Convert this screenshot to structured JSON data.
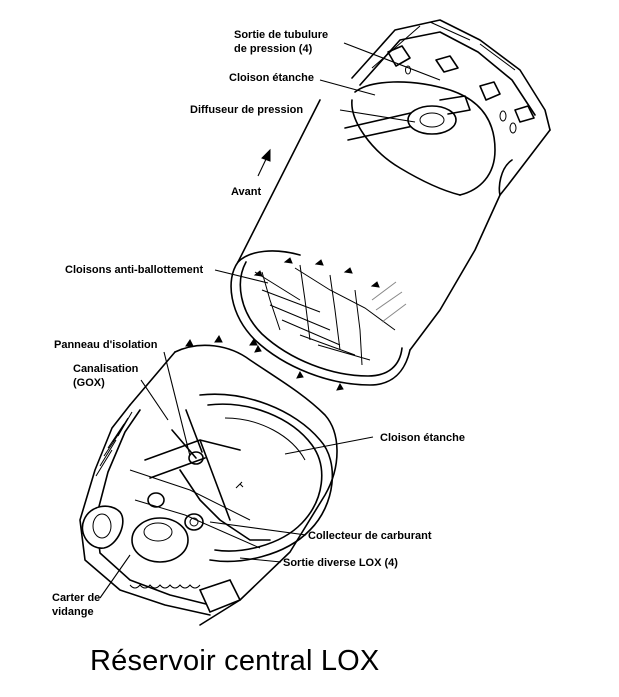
{
  "title": "Réservoir central LOX",
  "labels": {
    "sortie_tubulure": "Sortie de tubulure\nde pression (4)",
    "cloison_etanche_top": "Cloison étanche",
    "diffuseur": "Diffuseur de pression",
    "avant": "Avant",
    "cloisons_anti": "Cloisons anti-ballottement",
    "panneau_isolation": "Panneau d'isolation",
    "canalisation": "Canalisation\n(GOX)",
    "cloison_etanche_bottom": "Cloison étanche",
    "collecteur": "Collecteur de carburant",
    "sortie_diverse": "Sortie diverse LOX (4)",
    "carter": "Carter de\nvidange"
  },
  "icons": [
    "arrow-up-icon"
  ]
}
